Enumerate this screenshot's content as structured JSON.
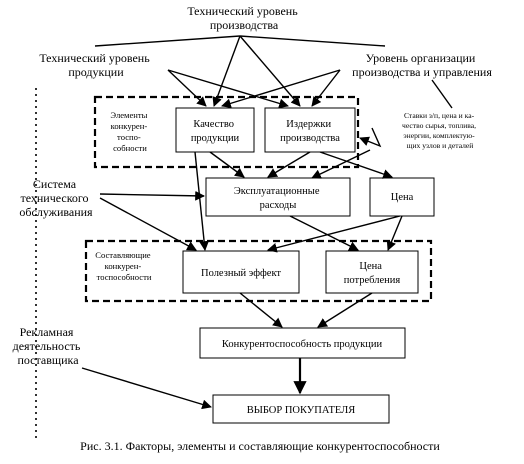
{
  "nodes": {
    "tech_level_production": [
      "Технический уровень",
      "производства"
    ],
    "tech_level_product": [
      "Технический уровень",
      "продукции"
    ],
    "org_level": [
      "Уровень организации",
      "производства и управления"
    ],
    "elements_label": [
      "Элементы",
      "конкурен-",
      "тоспо-",
      "собности"
    ],
    "quality": [
      "Качество",
      "продукции"
    ],
    "costs": [
      "Издержки",
      "производства"
    ],
    "resources_note": [
      "Ставки з/п, цена и ка-",
      "чество сырья, топлива,",
      "энергии, комплектую-",
      "щих узлов и деталей"
    ],
    "service_system": [
      "Система",
      "технического",
      "обслуживания"
    ],
    "operating_costs": [
      "Эксплуатационные",
      "расходы"
    ],
    "price": [
      "Цена"
    ],
    "components_label": [
      "Составляющие",
      "конкурен-",
      "тоспособности"
    ],
    "useful_effect": [
      "Полезный эффект"
    ],
    "consumption_price": [
      "Цена",
      "потребления"
    ],
    "advertising": [
      "Рекламная",
      "деятельность",
      "поставщика"
    ],
    "competitiveness": [
      "Конкурентоспособность продукции"
    ],
    "buyer_choice": [
      "ВЫБОР ПОКУПАТЕЛЯ"
    ]
  },
  "caption": "Рис. 3.1. Факторы, элементы и составляющие конкурентоспособности"
}
